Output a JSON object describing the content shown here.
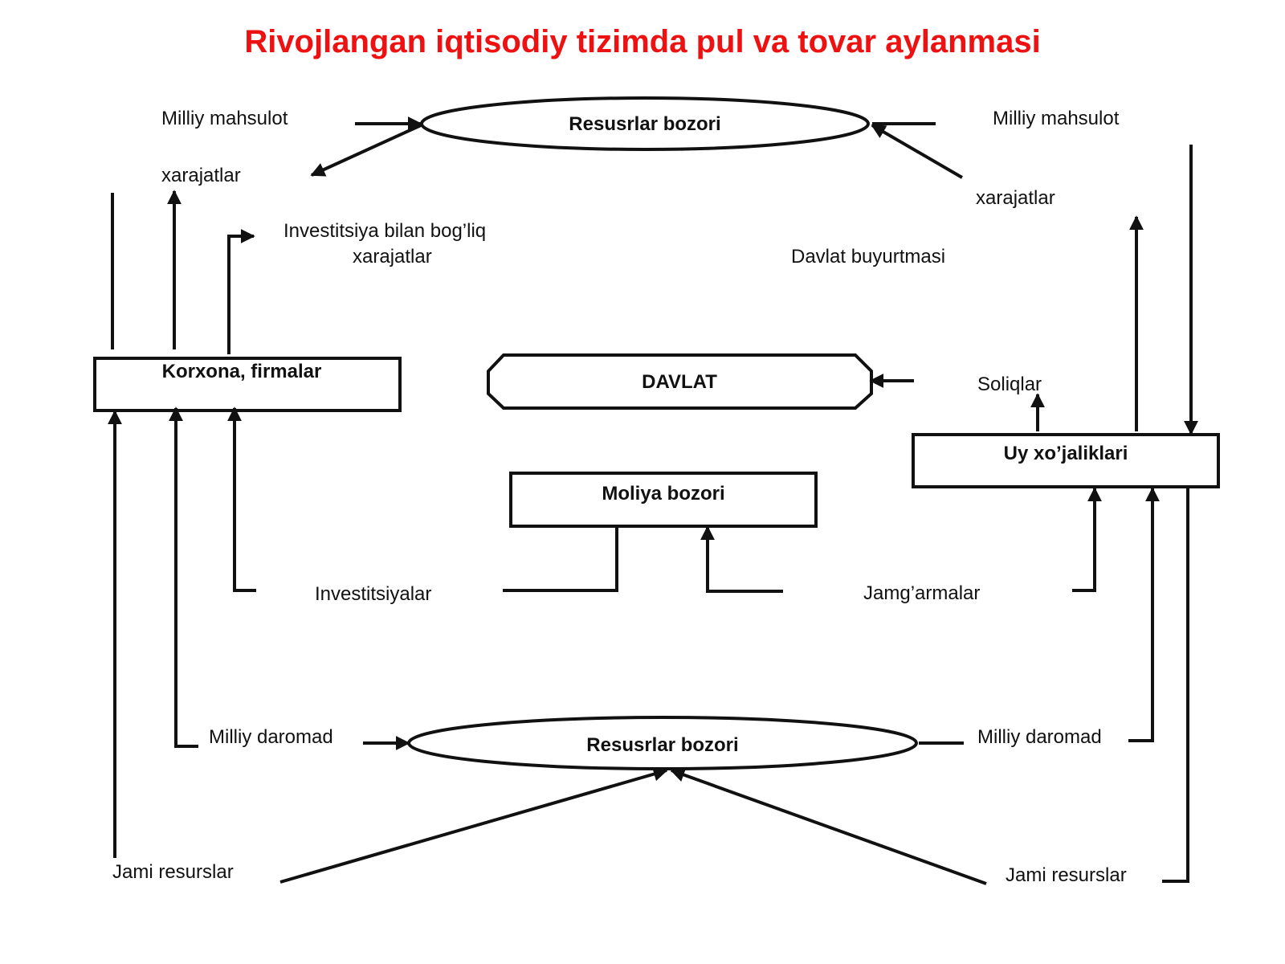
{
  "title": "Rivojlangan iqtisodiy tizimda pul va tovar aylanmasi",
  "colors": {
    "title": "#ee1111",
    "lines": "#111111"
  },
  "nodes": {
    "top_market": "Resusrlar bozori",
    "bottom_market": "Resusrlar bozori",
    "firms": "Korxona, firmalar",
    "state": "DAVLAT",
    "households": "Uy xo’jaliklari",
    "finance_market": "Moliya bozori"
  },
  "labels": {
    "top_left_product": "Milliy mahsulot",
    "top_left_expenses": "xarajatlar",
    "investment_expenses_1": "Investitsiya bilan bog’liq",
    "investment_expenses_2": "xarajatlar",
    "top_right_product": "Milliy mahsulot",
    "top_right_expenses": "xarajatlar",
    "state_order": "Davlat buyurtmasi",
    "taxes": "Soliqlar",
    "investments": "Investitsiyalar",
    "savings": "Jamg’armalar",
    "left_income": "Milliy daromad",
    "right_income": "Milliy daromad",
    "left_resources": "Jami resurslar",
    "right_resources": "Jami resurslar"
  }
}
